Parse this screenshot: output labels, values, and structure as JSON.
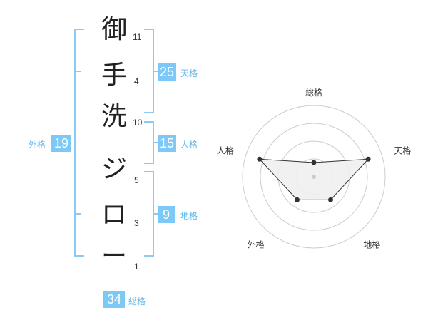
{
  "name": {
    "characters": [
      {
        "char": "御",
        "strokes": "11"
      },
      {
        "char": "手",
        "strokes": "4"
      },
      {
        "char": "洗",
        "strokes": "10"
      },
      {
        "char": "ジ",
        "strokes": "5"
      },
      {
        "char": "ロ",
        "strokes": "3"
      },
      {
        "char": "ー",
        "strokes": "1"
      }
    ]
  },
  "fortune": {
    "tenkaku": {
      "value": "25",
      "label": "天格"
    },
    "jinkaku": {
      "value": "15",
      "label": "人格"
    },
    "chikaku": {
      "value": "9",
      "label": "地格"
    },
    "gaikaku": {
      "value": "19",
      "label": "外格"
    },
    "soukaku": {
      "value": "34",
      "label": "総格"
    }
  },
  "chart_data": {
    "type": "radar",
    "axes": [
      "総格",
      "天格",
      "地格",
      "外格",
      "人格"
    ],
    "values": [
      0.2,
      0.8,
      0.4,
      0.4,
      0.8
    ],
    "max": 1,
    "rings": 4,
    "colors": {
      "fill": "#f0f0f0",
      "stroke": "#333333",
      "grid": "#cccccc",
      "center": "#cccccc"
    }
  },
  "colors": {
    "accent": "#7cc8f7",
    "bracket": "#8ccbf0",
    "label": "#5fb6ea"
  }
}
